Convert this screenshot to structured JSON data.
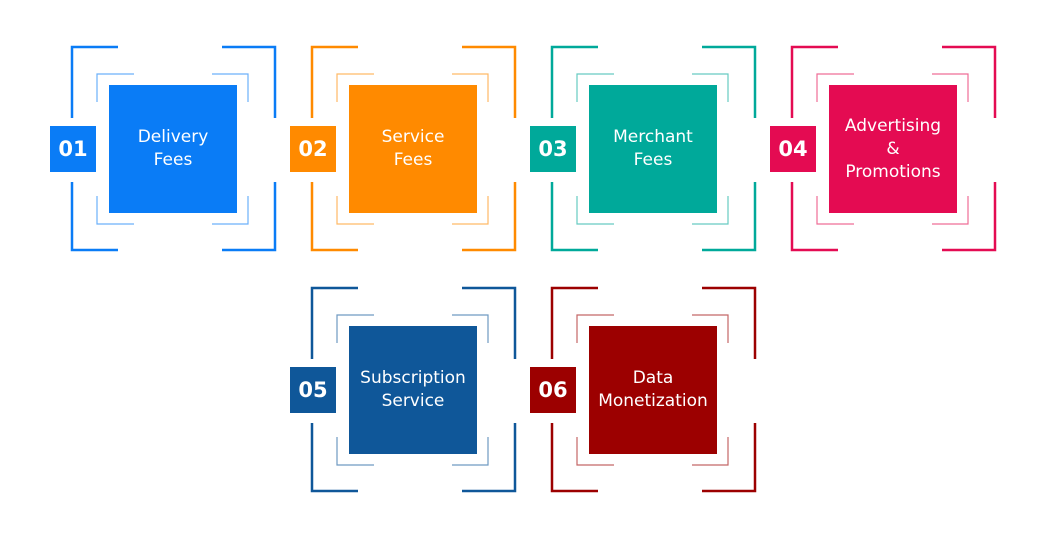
{
  "steps": [
    {
      "number": "01",
      "label": "Delivery\nFees",
      "color": "#0a7cf6"
    },
    {
      "number": "02",
      "label": "Service\nFees",
      "color": "#ff8a00"
    },
    {
      "number": "03",
      "label": "Merchant\nFees",
      "color": "#00a99a"
    },
    {
      "number": "04",
      "label": "Advertising\n&\nPromotions",
      "color": "#e40b52"
    },
    {
      "number": "05",
      "label": "Subscription\nService",
      "color": "#0f5799"
    },
    {
      "number": "06",
      "label": "Data\nMonetization",
      "color": "#9c0000"
    }
  ]
}
